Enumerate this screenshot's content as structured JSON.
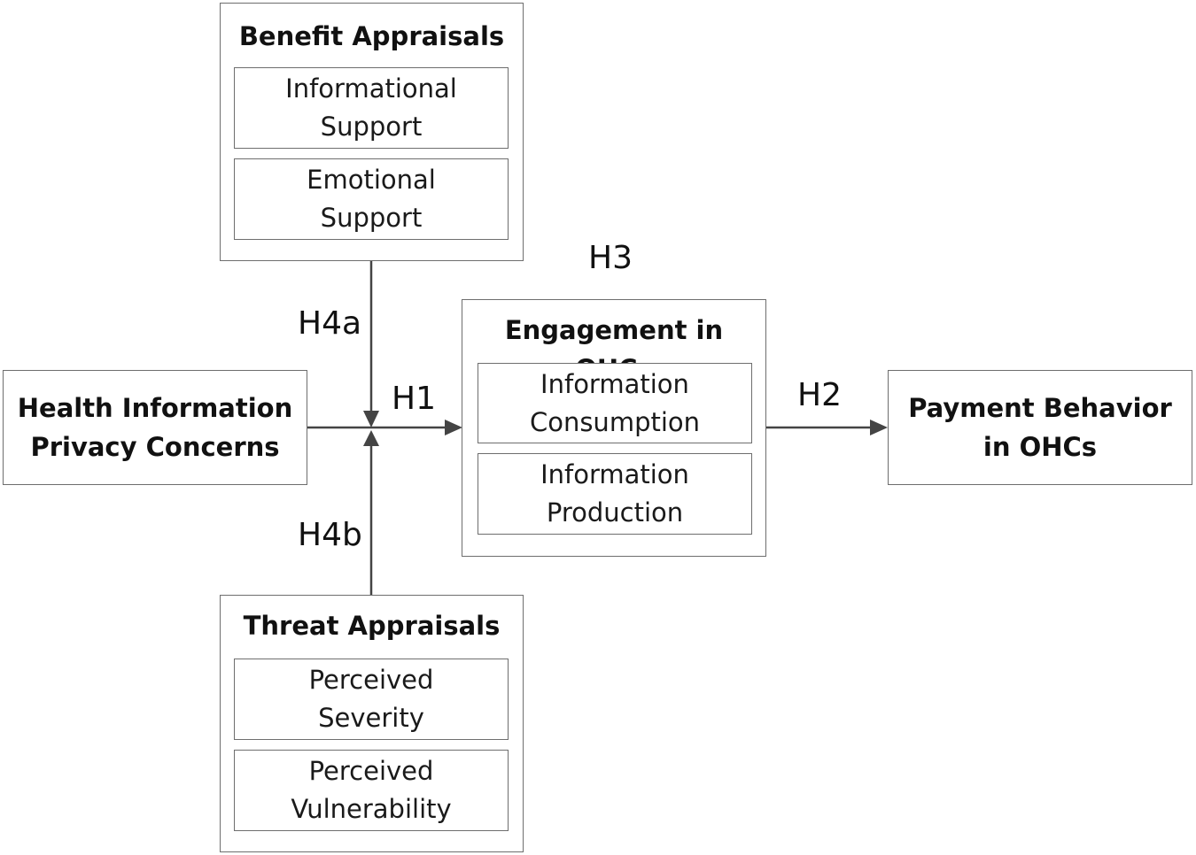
{
  "benefit": {
    "title": "Benefit Appraisals",
    "items": [
      {
        "line1": "Informational",
        "line2": "Support"
      },
      {
        "line1": "Emotional",
        "line2": "Support"
      }
    ]
  },
  "threat": {
    "title": "Threat Appraisals",
    "items": [
      {
        "line1": "Perceived",
        "line2": "Severity"
      },
      {
        "line1": "Perceived",
        "line2": "Vulnerability"
      }
    ]
  },
  "engagement": {
    "title": "Engagement in OHCs",
    "items": [
      {
        "line1": "Information",
        "line2": "Consumption"
      },
      {
        "line1": "Information",
        "line2": "Production"
      }
    ]
  },
  "privacy": {
    "line1": "Health Information",
    "line2": "Privacy Concerns"
  },
  "payment": {
    "line1": "Payment Behavior",
    "line2": "in OHCs"
  },
  "hypotheses": {
    "h1": "H1",
    "h2": "H2",
    "h3": "H3",
    "h4a": "H4a",
    "h4b": "H4b"
  },
  "colors": {
    "border": "#6e6e6e",
    "arrow": "#444444",
    "text": "#111111"
  }
}
